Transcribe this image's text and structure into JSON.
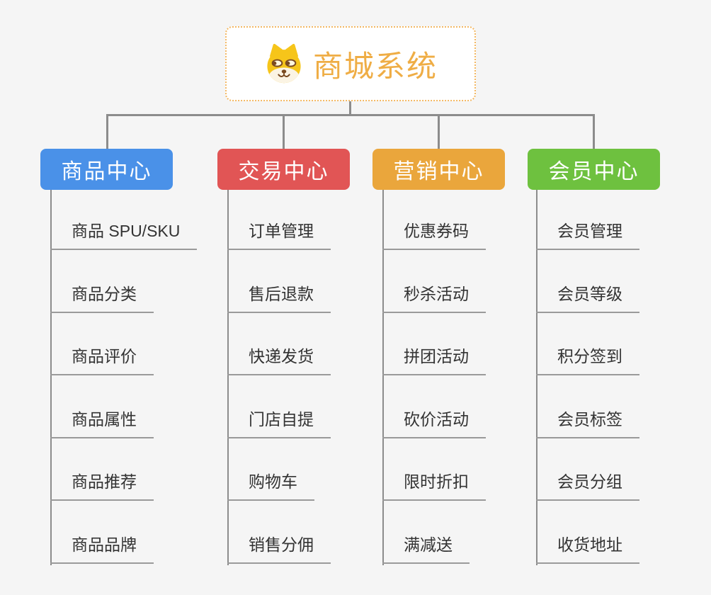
{
  "root": {
    "title": "商城系统",
    "icon": "dog-face-icon"
  },
  "branches": [
    {
      "label": "商品中心",
      "color": "#4A91E8",
      "items": [
        "商品 SPU/SKU",
        "商品分类",
        "商品评价",
        "商品属性",
        "商品推荐",
        "商品品牌"
      ]
    },
    {
      "label": "交易中心",
      "color": "#E15555",
      "items": [
        "订单管理",
        "售后退款",
        "快递发货",
        "门店自提",
        "购物车",
        "销售分佣"
      ]
    },
    {
      "label": "营销中心",
      "color": "#EAA63C",
      "items": [
        "优惠券码",
        "秒杀活动",
        "拼团活动",
        "砍价活动",
        "限时折扣",
        "满减送"
      ]
    },
    {
      "label": "会员中心",
      "color": "#6EC13F",
      "items": [
        "会员管理",
        "会员等级",
        "积分签到",
        "会员标签",
        "会员分组",
        "收货地址"
      ]
    }
  ],
  "colors": {
    "background": "#F5F5F5",
    "root_text": "#EFAD45",
    "root_border": "#F3B863",
    "tree_line": "#8C8C8C",
    "leaf_underline": "#9A9A9A",
    "leaf_text": "#333333"
  }
}
